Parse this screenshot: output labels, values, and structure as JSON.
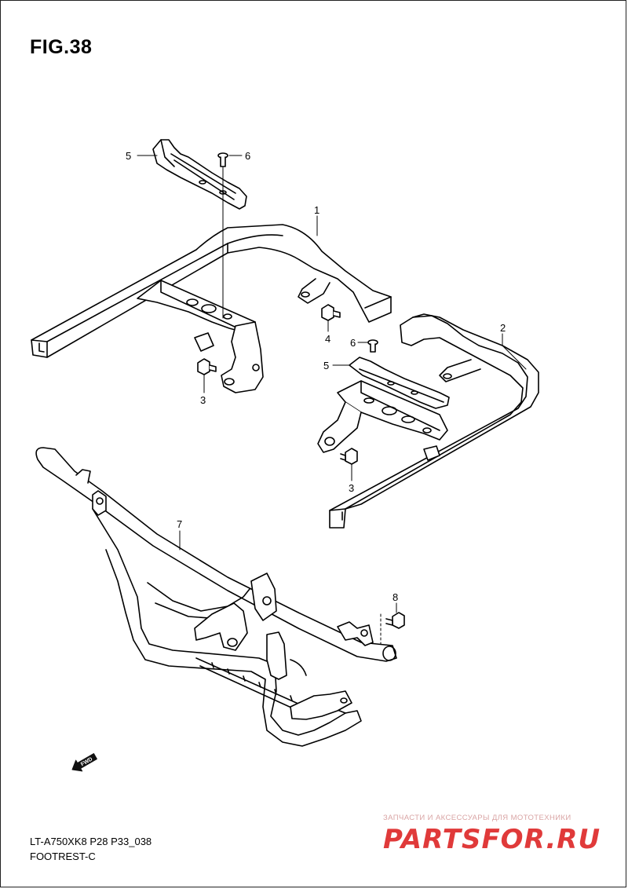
{
  "figure": {
    "title": "FIG.38",
    "code": "LT-A750XK8 P28 P33_038",
    "name": "FOOTREST-C"
  },
  "callouts": [
    {
      "id": "c5a",
      "label": "5"
    },
    {
      "id": "c6a",
      "label": "6"
    },
    {
      "id": "c1",
      "label": "1"
    },
    {
      "id": "c4",
      "label": "4"
    },
    {
      "id": "c3a",
      "label": "3"
    },
    {
      "id": "c2",
      "label": "2"
    },
    {
      "id": "c6b",
      "label": "6"
    },
    {
      "id": "c5b",
      "label": "5"
    },
    {
      "id": "c3b",
      "label": "3"
    },
    {
      "id": "c7",
      "label": "7"
    },
    {
      "id": "c8",
      "label": "8"
    }
  ],
  "fwd_arrow": {
    "label": "FWD"
  },
  "watermark": {
    "caption": "ЗАПЧАСТИ И АКСЕССУАРЫ ДЛЯ МОТОТЕХНИКИ",
    "logo_text": "PARTSFOR.RU",
    "color": "#e03a3a"
  }
}
